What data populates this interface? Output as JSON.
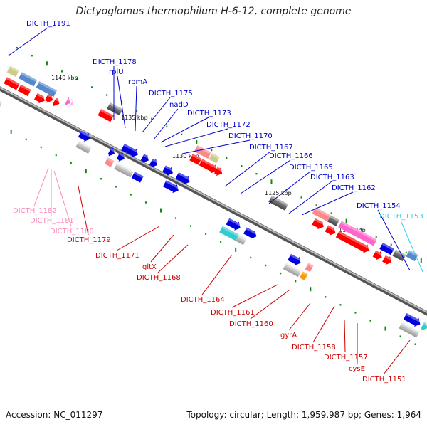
{
  "title": "Dictyoglomus thermophilum H-6-12, complete genome",
  "footer": {
    "accession": "Accession: NC_011297",
    "topology": "Topology: circular; Length: 1,959,987 bp; Genes: 1,964"
  },
  "colors": {
    "backbone": "#8c8c8c",
    "red": "#ff0000",
    "blue": "#0000dd",
    "gray": "#bbbbbb",
    "darkgray": "#666666",
    "pink": "#ff66cc",
    "lightpink": "#ffb3e6",
    "salmon": "#ff8888",
    "cyan": "#33cccc",
    "orange": "#ff9900",
    "steelblue": "#5588cc",
    "khaki": "#cccc88",
    "tick": "#118811",
    "label_blue": "#0000cc",
    "label_red": "#cc0000",
    "label_pink": "#ff88bb",
    "label_cyan": "#33ccee"
  },
  "scale_ticks": [
    "1140 kbp",
    "1135 kbp",
    "1130 kbp",
    "1125 kbp",
    "1120 kbp"
  ],
  "labels": [
    {
      "text": "DICTH_1191",
      "color": "label_blue"
    },
    {
      "text": "DICTH_1178",
      "color": "label_blue"
    },
    {
      "text": "rplU",
      "color": "label_blue"
    },
    {
      "text": "rpmA",
      "color": "label_blue"
    },
    {
      "text": "DICTH_1175",
      "color": "label_blue"
    },
    {
      "text": "nadD",
      "color": "label_blue"
    },
    {
      "text": "DICTH_1173",
      "color": "label_blue"
    },
    {
      "text": "DICTH_1172",
      "color": "label_blue"
    },
    {
      "text": "DICTH_1170",
      "color": "label_blue"
    },
    {
      "text": "DICTH_1167",
      "color": "label_blue"
    },
    {
      "text": "DICTH_1166",
      "color": "label_blue"
    },
    {
      "text": "DICTH_1165",
      "color": "label_blue"
    },
    {
      "text": "DICTH_1163",
      "color": "label_blue"
    },
    {
      "text": "DICTH_1162",
      "color": "label_blue"
    },
    {
      "text": "DICTH_1154",
      "color": "label_blue"
    },
    {
      "text": "DICTH_1153",
      "color": "label_cyan"
    },
    {
      "text": "DICTH_1182",
      "color": "label_pink"
    },
    {
      "text": "DICTH_1181",
      "color": "label_pink"
    },
    {
      "text": "DICTH_1180",
      "color": "label_pink"
    },
    {
      "text": "DICTH_1179",
      "color": "label_red"
    },
    {
      "text": "DICTH_1171",
      "color": "label_red"
    },
    {
      "text": "gltX",
      "color": "label_red"
    },
    {
      "text": "DICTH_1168",
      "color": "label_red"
    },
    {
      "text": "DICTH_1164",
      "color": "label_red"
    },
    {
      "text": "DICTH_1161",
      "color": "label_red"
    },
    {
      "text": "DICTH_1160",
      "color": "label_red"
    },
    {
      "text": "gyrA",
      "color": "label_red"
    },
    {
      "text": "DICTH_1158",
      "color": "label_red"
    },
    {
      "text": "DICTH_1157",
      "color": "label_red"
    },
    {
      "text": "cysE",
      "color": "label_red"
    },
    {
      "text": "DICTH_1151",
      "color": "label_red"
    }
  ]
}
